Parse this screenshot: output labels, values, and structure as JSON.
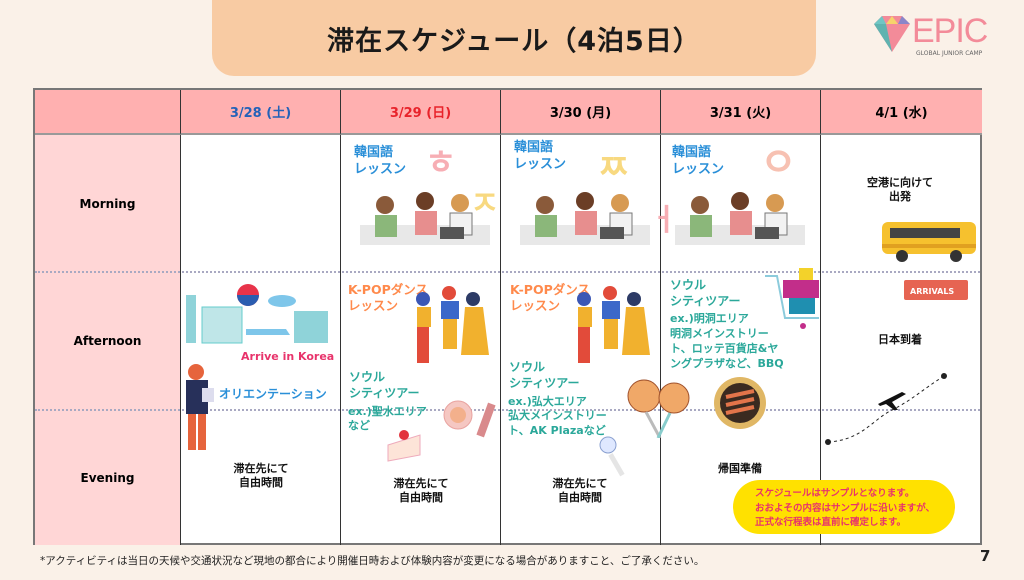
{
  "title": "滞在スケジュール（4泊5日）",
  "logo": {
    "text": "EPIC",
    "subtitle": "GLOBAL JUNIOR CAMP"
  },
  "columns": [
    {
      "label": "3/28 (土)",
      "color": "#2462b8"
    },
    {
      "label": "3/29 (日)",
      "color": "#e8232b"
    },
    {
      "label": "3/30 (月)",
      "color": "#111111"
    },
    {
      "label": "3/31 (火)",
      "color": "#111111"
    },
    {
      "label": "4/1 (水)",
      "color": "#111111"
    }
  ],
  "rows": [
    "Morning",
    "Afternoon",
    "Evening"
  ],
  "cells": {
    "d2_morning": "韓国語\nレッスン",
    "d3_morning": "韓国語\nレッスン",
    "d4_morning": "韓国語\nレッスン",
    "d5_morning": "空港に向けて\n出発",
    "d1_arrive": "Arrive in Korea",
    "d1_orientation": "オリエンテーション",
    "d2_kpop": "K-POPダンス\nレッスン",
    "d2_tour": "ソウル\nシティツアー",
    "d2_tour_ex": "ex.)聖水エリア\nなど",
    "d3_kpop": "K-POPダンス\nレッスン",
    "d3_tour": "ソウル\nシティツアー",
    "d3_tour_ex": "ex.)弘大エリア\n弘大メインストリー\nト、AK Plazaなど",
    "d4_tour": "ソウル\nシティツアー",
    "d4_tour_ex": "ex.)明洞エリア\n明洞メインストリー\nト、ロッテ百貨店&ヤ\nングプラザなど、BBQ",
    "d5_afternoon": "日本到着",
    "d5_sign": "ARRIVALS",
    "d1_evening": "滞在先にて\n自由時間",
    "d2_evening": "滞在先にて\n自由時間",
    "d3_evening": "滞在先にて\n自由時間",
    "d4_evening": "帰国準備"
  },
  "decor_letters": [
    "ㅎ",
    "ㅈ",
    "ㅉ",
    "ㅓ",
    "ㅇ"
  ],
  "note": "スケジュールはサンプルとなります。\nおおよその内容はサンプルに沿いますが、\n正式な行程表は直前に確定します。",
  "footer": "*アクティビティは当日の天候や交通状況など現地の都合により開催日時および体験内容が変更になる場合がありますこと、ご了承ください。",
  "page_number": "7"
}
